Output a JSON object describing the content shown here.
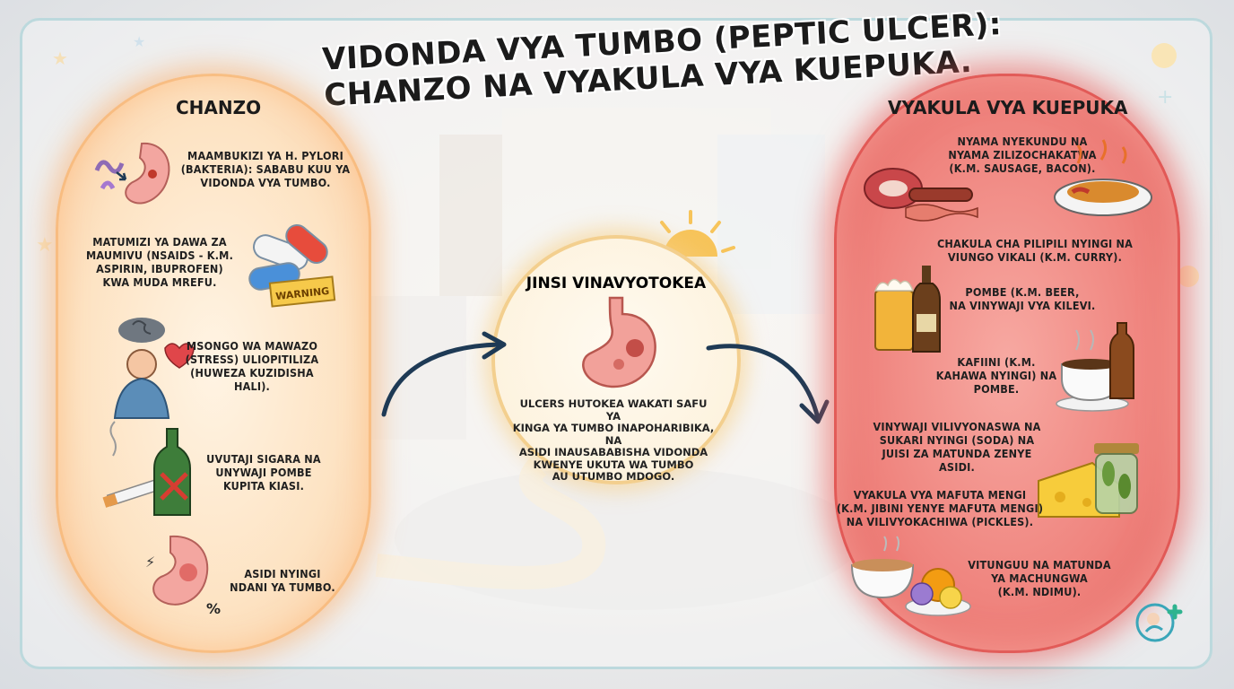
{
  "title": {
    "line1": "VIDONDA VYA TUMBO (PEPTIC ULCER):",
    "line2": "CHANZO NA VYAKULA VYA KUEPUKA."
  },
  "chanzo": {
    "heading": "CHANZO",
    "items": [
      {
        "text": "MAAMBUKIZI YA H. PYLORI\n(BAKTERIA): SABABU KUU YA\nVIDONDA VYA TUMBO.",
        "icon": "bacteria-stomach-icon"
      },
      {
        "text": "MATUMIZI YA DAWA ZA\nMAUMIVU (NSAIDS - K.M.\nASPIRIN, IBUPROFEN)\nKWA MUDA MREFU.",
        "icon": "pills-warning-icon",
        "warning_label": "WARNING"
      },
      {
        "text": "MSONGO WA MAWAZO\n(STRESS) ULIOPITILIZA\n(HUWEZA KUZIDISHA\nHALI).",
        "icon": "stressed-person-icon"
      },
      {
        "text": "UVUTAJI SIGARA NA\nUNYWAJI POMBE\nKUPITA KIASI.",
        "icon": "cigarette-bottle-icon"
      },
      {
        "text": "ASIDI NYINGI\nNDANI YA TUMBO.",
        "icon": "acid-stomach-icon",
        "symbol": "%"
      }
    ]
  },
  "jinsi": {
    "heading": "JINSI VINAVYOTOKEA",
    "text": "ULCERS HUTOKEA WAKATI SAFU YA\nKINGA YA TUMBO INAPOHARIBIKA, NA\nASIDI INAUSABABISHA VIDONDA\nKWENYE UKUTA WA TUMBO\nAU UTUMBO MDOGO."
  },
  "vyakula": {
    "heading": "VYAKULA VYA KUEPUKA",
    "items": [
      {
        "text": "NYAMA NYEKUNDU NA\nNYAMA ZILIZOCHAKATWA\n(K.M. SAUSAGE, BACON).",
        "icon": "red-meat-icon"
      },
      {
        "text": "CHAKULA CHA PILIPILI NYINGI NA\nVIUNGO VIKALI (K.M. CURRY).",
        "icon": "spicy-curry-icon"
      },
      {
        "text": "POMBE (K.M. BEER,\nNA VINYWAJI VYA KILEVI.",
        "icon": "beer-icon"
      },
      {
        "text": "KAFIINI (K.M.\nKAHAWA NYINGI) NA\nPOMBE.",
        "icon": "coffee-icon"
      },
      {
        "text": "VINYWAJI VILIVYONASWA NA\nSUKARI NYINGI (SODA) NA\nJUISI ZA MATUNDA ZENYE\nASIDI.",
        "icon": "soda-icon"
      },
      {
        "text": "VYAKULA VYA MAFUTA MENGI\n(K.M. JIBINI YENYE MAFUTA MENGI)\nNA VILIVYOKACHIWA (PICKLES).",
        "icon": "cheese-pickles-icon"
      },
      {
        "text": "VITUNGUU NA MATUNDA\nYA MACHUNGWA\n(K.M. NDIMU).",
        "icon": "onion-citrus-icon"
      }
    ]
  },
  "colors": {
    "left_panel": "#fde3c3",
    "right_panel": "#ef837d",
    "arrow": "#1e3a55",
    "frame": "#bcd9dd"
  }
}
